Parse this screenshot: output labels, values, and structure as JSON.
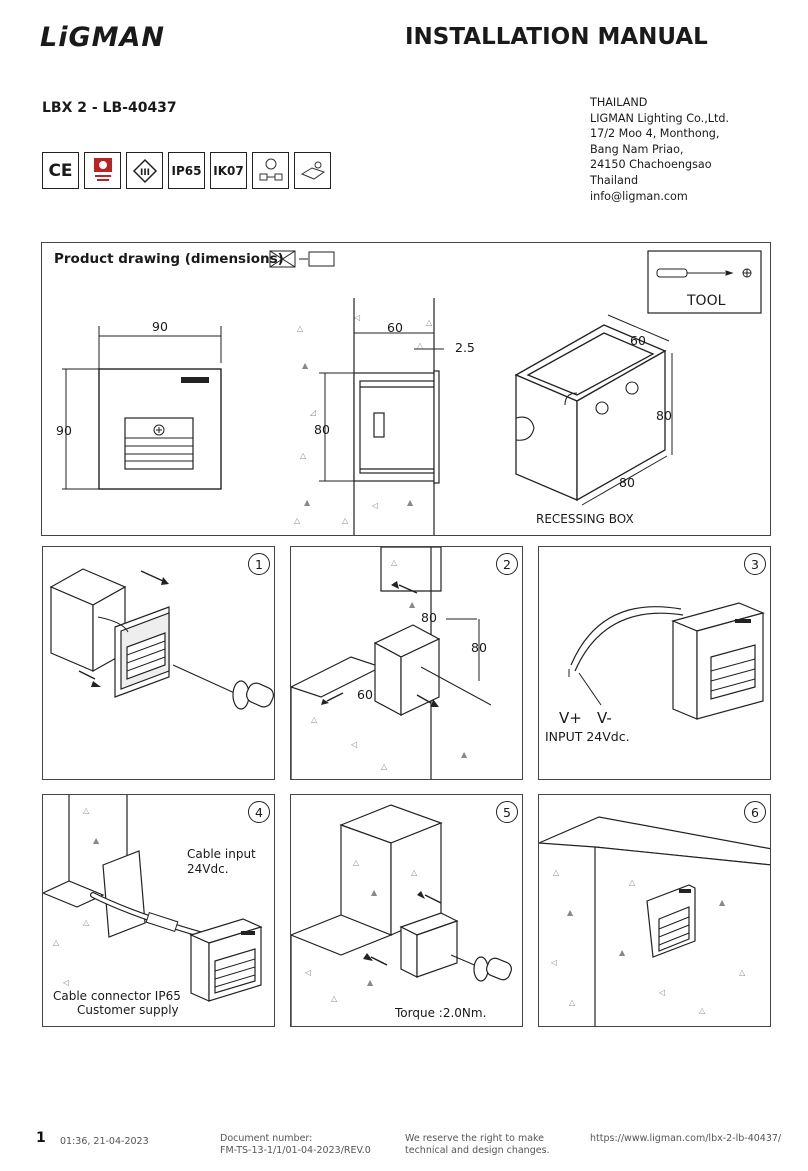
{
  "header": {
    "brand": "LiGMAN",
    "title": "INSTALLATION MANUAL",
    "product_code": "LBX 2 - LB-40437"
  },
  "address": {
    "lines": [
      "THAILAND",
      "LIGMAN Lighting Co.,Ltd.",
      "17/2 Moo 4, Monthong,",
      "Bang Nam Priao,",
      "24150 Chachoengsao",
      "Thailand",
      "info@ligman.com"
    ]
  },
  "certifications": {
    "ce": "CE",
    "ip": "IP65",
    "ik": "IK07"
  },
  "drawing": {
    "title": "Product drawing (dimensions)",
    "tool_label": "TOOL",
    "front_width": "90",
    "front_height": "90",
    "side_depth": "60",
    "side_offset": "2.5",
    "side_height": "80",
    "box_depth": "60",
    "box_height": "80",
    "box_width": "80",
    "box_label": "RECESSING BOX"
  },
  "steps": [
    {
      "num": "1"
    },
    {
      "num": "2",
      "dim_w": "80",
      "dim_h": "80",
      "dim_d": "60"
    },
    {
      "num": "3",
      "vplus": "V+",
      "vminus": "V-",
      "input": "INPUT 24Vdc."
    },
    {
      "num": "4",
      "cable_input": "Cable input",
      "cable_voltage": "24Vdc.",
      "connector": "Cable connector IP65",
      "supply": "Customer supply"
    },
    {
      "num": "5",
      "torque": "Torque :2.0Nm."
    },
    {
      "num": "6"
    }
  ],
  "footer": {
    "page": "1",
    "timestamp": "01:36, 21-04-2023",
    "doc_label": "Document number:",
    "doc_number": "FM-TS-13-1/1/01-04-2023/REV.0",
    "rights_1": "We reserve the right to make",
    "rights_2": "technical and design changes.",
    "url": "https://www.ligman.com/lbx-2-lb-40437/"
  }
}
